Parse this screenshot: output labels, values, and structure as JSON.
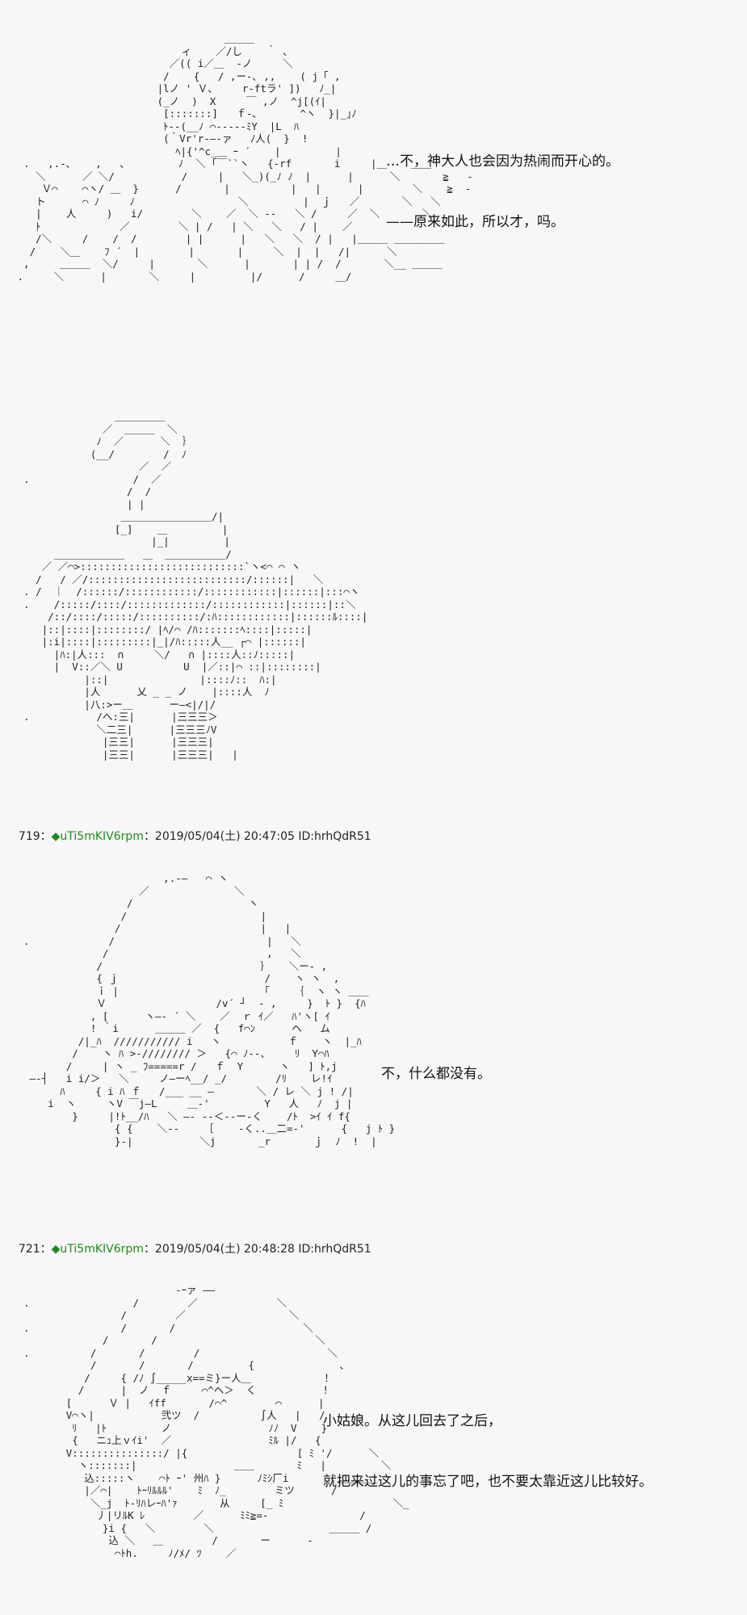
{
  "panels": [
    {
      "dialog": [
        "…不，神大人也会因为热闹而开心的。",
        "——原来如此，所以才，吗。"
      ]
    },
    {
      "dialog": []
    },
    {
      "dialog": [
        "不，什么都没有。"
      ]
    },
    {
      "dialog": [
        "小姑娘。从这儿回去了之后，",
        "就把来过这儿的事忘了吧，也不要太靠近这儿比较好。"
      ]
    }
  ],
  "posts": [
    {
      "number": "719",
      "separator": "：",
      "diamond": "◆",
      "trip": "uTi5mKIV6rpm",
      "datetime": "：2019/05/04(土) 20:47:05 ID:hrhQdR51"
    },
    {
      "number": "721",
      "separator": "：",
      "diamond": "◆",
      "trip": "uTi5mKIV6rpm",
      "datetime": "：2019/05/04(土) 20:48:28 ID:hrhQdR51"
    }
  ]
}
